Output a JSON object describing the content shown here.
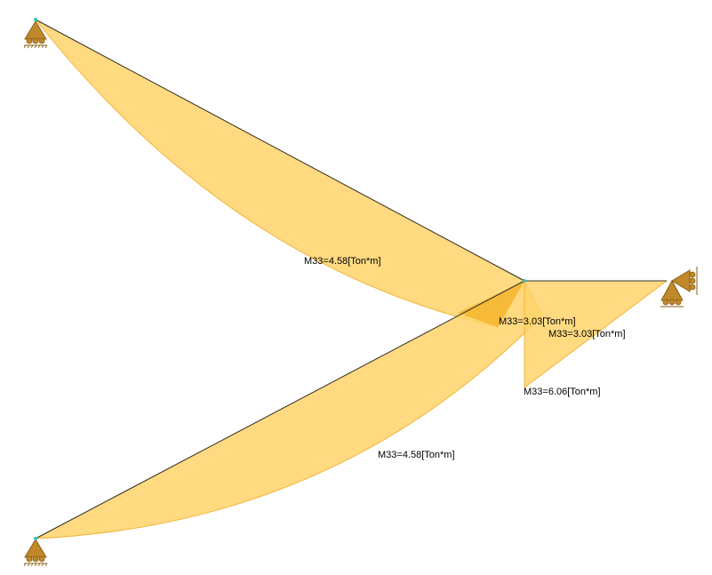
{
  "diagram": {
    "type": "bending-moment-diagram",
    "labels": {
      "upper_member_moment": "M33=4.58[Ton*m]",
      "lower_member_moment": "M33=4.58[Ton*m]",
      "joint_moment_left": "M33=3.03[Ton*m]",
      "joint_moment_right": "M33=3.03[Ton*m]",
      "horizontal_member_moment": "M33=6.06[Ton*m]"
    },
    "colors": {
      "moment_fill": "#FFD36B",
      "moment_fill_overlap": "#F5B732",
      "moment_edge": "#F2B53A",
      "member_line": "#333333",
      "support": "#C0882A",
      "node": "#2EC4B6"
    },
    "supports": [
      {
        "name": "top-left",
        "kind": "pinned"
      },
      {
        "name": "bottom-left",
        "kind": "pinned"
      },
      {
        "name": "right",
        "kind": "roller"
      }
    ]
  }
}
